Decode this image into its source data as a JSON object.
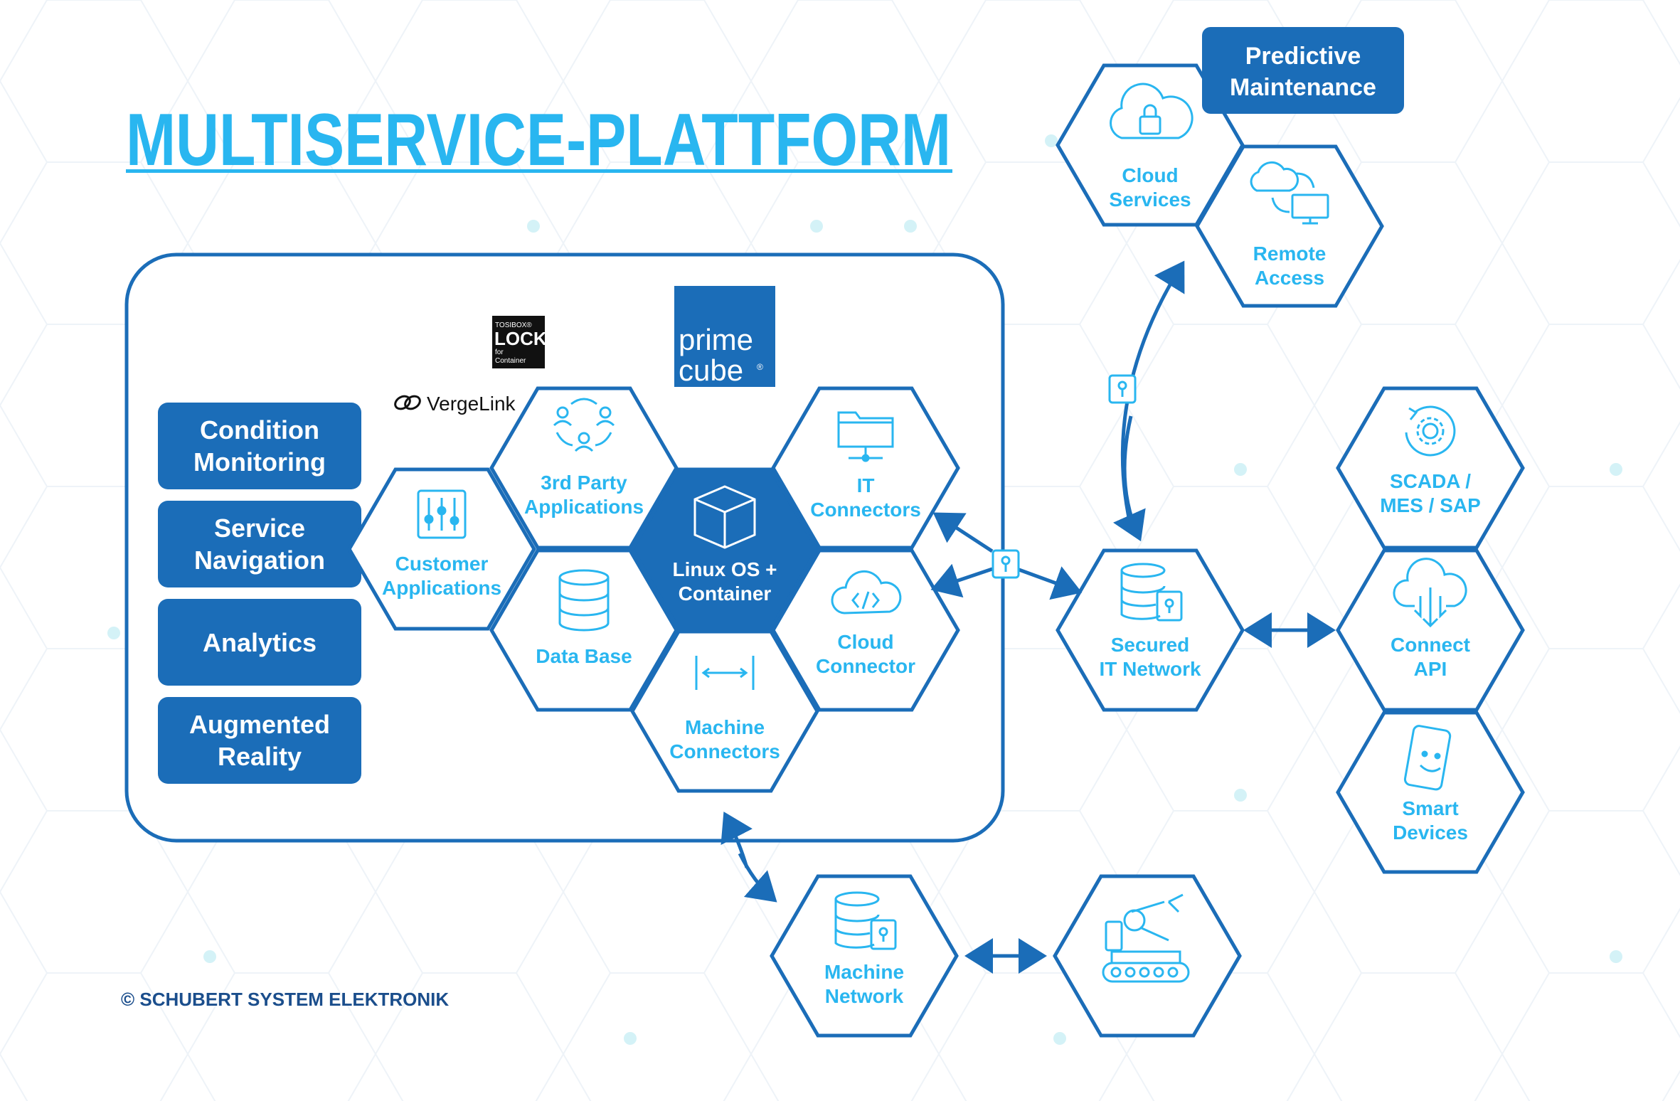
{
  "title": "MULTISERVICE-PLATTFORM",
  "copyright": "© SCHUBERT SYSTEM ELEKTRONIK",
  "colors": {
    "accent_light": "#29B6F0",
    "brand_blue": "#1B6DB8",
    "hex_stroke": "#1B6DB8",
    "bg_hex": "#E6EEF6",
    "dot": "#CFF0F6",
    "white": "#FFFFFF"
  },
  "logos": {
    "prime_line1": "prime",
    "prime_line2": "cube",
    "prime_reg": "®",
    "tosibox_top": "TOSIBOX®",
    "tosibox_main": "LOCK",
    "tosibox_sub1": "for",
    "tosibox_sub2": "Container",
    "vergelink": "VergeLink"
  },
  "services": [
    {
      "line1": "Condition",
      "line2": "Monitoring"
    },
    {
      "line1": "Service",
      "line2": "Navigation"
    },
    {
      "line1": "Analytics",
      "line2": ""
    },
    {
      "line1": "Augmented",
      "line2": "Reality"
    }
  ],
  "hexes": {
    "linux": {
      "line1": "Linux OS +",
      "line2": "Container",
      "icon": "container-box-icon"
    },
    "third_party": {
      "line1": "3rd Party",
      "line2": "Applications",
      "icon": "users-network-icon"
    },
    "it_connectors": {
      "line1": "IT",
      "line2": "Connectors",
      "icon": "network-folder-icon"
    },
    "customer_apps": {
      "line1": "Customer",
      "line2": "Applications",
      "icon": "sliders-icon"
    },
    "data_base": {
      "line1": "Data Base",
      "line2": "",
      "icon": "database-icon"
    },
    "cloud_connector": {
      "line1": "Cloud",
      "line2": "Connector",
      "icon": "cloud-code-icon"
    },
    "machine_connectors": {
      "line1": "Machine",
      "line2": "Connectors",
      "icon": "arrows-width-icon"
    },
    "cloud_services": {
      "line1": "Cloud",
      "line2": "Services",
      "icon": "cloud-lock-icon"
    },
    "remote_access": {
      "line1": "Remote",
      "line2": "Access",
      "icon": "cloud-monitor-icon"
    },
    "secured_it": {
      "line1": "Secured",
      "line2": "IT Network",
      "icon": "database-lock-icon"
    },
    "scada": {
      "line1": "SCADA /",
      "line2": "MES / SAP",
      "icon": "gear-cycle-icon"
    },
    "connect_api": {
      "line1": "Connect",
      "line2": "API",
      "icon": "cloud-download-icon"
    },
    "smart_devices": {
      "line1": "Smart",
      "line2": "Devices",
      "icon": "smartphone-icon"
    },
    "machine_network": {
      "line1": "Machine",
      "line2": "Network",
      "icon": "database-lock-icon"
    },
    "robot": {
      "line1": "",
      "line2": "",
      "icon": "robot-arm-icon"
    }
  },
  "predictive": {
    "line1": "Predictive",
    "line2": "Maintenance"
  }
}
